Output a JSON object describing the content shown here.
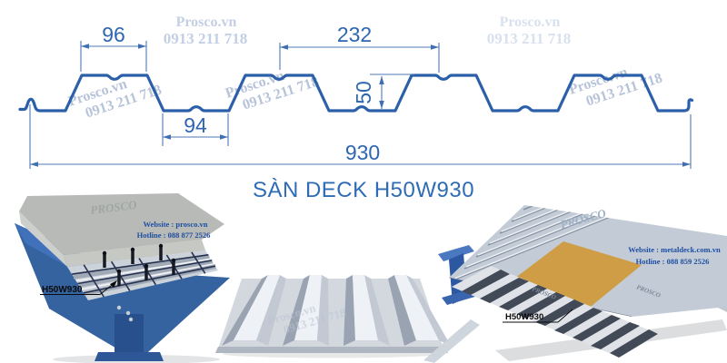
{
  "watermark": {
    "site": "Prosco.vn",
    "phone": "0913 211 718"
  },
  "drawing": {
    "title": "SÀN DECK H50W930",
    "dims": {
      "top_flange": "96",
      "rib_pitch": "232",
      "height": "50",
      "bottom_flange": "94",
      "total_width": "930"
    }
  },
  "renders": {
    "composite_slab": {
      "brand": "PROSCO",
      "website": "Website : prosco.vn",
      "hotline": "Hotline : 088 877 2526",
      "label": "H50W930"
    },
    "roof_assembly": {
      "brand": "PROSCO",
      "website": "Website : metaldeck.com.vn",
      "hotline": "Hotline : 088 859 2526",
      "label": "H50W930"
    }
  },
  "colors": {
    "accent": "#2E6CB5",
    "profile_line": "#2B5FA9",
    "steel_blue": "#35639F",
    "insulation_tan": "#CF9D45",
    "watermark_light": "#D9E1EF",
    "watermark_mid": "#C3CFE4",
    "watermark_diag": "#B7C3D9"
  }
}
